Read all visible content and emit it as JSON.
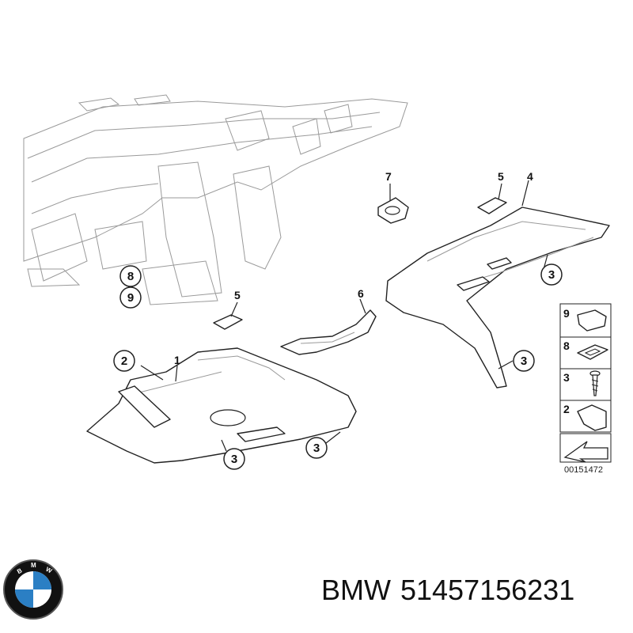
{
  "diagram": {
    "callouts_plain": [
      "7",
      "5",
      "4",
      "5",
      "6",
      "1"
    ],
    "callouts_circled": [
      "8",
      "9",
      "2",
      "3",
      "3",
      "3",
      "3"
    ],
    "legend_items": [
      "9",
      "8",
      "3",
      "2"
    ],
    "reference_number": "00151472"
  },
  "caption": {
    "brand": "BMW",
    "part_number": "51457156231"
  },
  "logo": {
    "text": "BMW",
    "colors": {
      "blue": "#2b7fc4",
      "white": "#ffffff",
      "ring": "#111111"
    }
  }
}
